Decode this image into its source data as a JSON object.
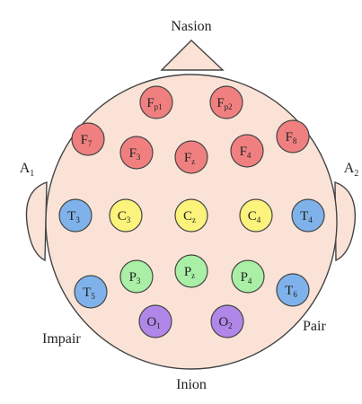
{
  "labels": {
    "top": "Nasion",
    "bottom": "Inion",
    "left_ear": {
      "base": "A",
      "sub": "1"
    },
    "right_ear": {
      "base": "A",
      "sub": "2"
    },
    "left_side": "Impair",
    "right_side": "Pair"
  },
  "colors": {
    "head_fill": "#fae3d6",
    "outline": "#444444",
    "frontal": "#f08080",
    "temporal": "#7fb2ea",
    "central": "#fbf37b",
    "parietal": "#a9efa6",
    "occipital": "#b087e8"
  },
  "electrodes": [
    {
      "id": "Fp1",
      "base": "F",
      "sub": "p1",
      "group": "frontal"
    },
    {
      "id": "Fp2",
      "base": "F",
      "sub": "p2",
      "group": "frontal"
    },
    {
      "id": "F7",
      "base": "F",
      "sub": "7",
      "group": "frontal"
    },
    {
      "id": "F3",
      "base": "F",
      "sub": "3",
      "group": "frontal"
    },
    {
      "id": "Fz",
      "base": "F",
      "sub": "z",
      "group": "frontal"
    },
    {
      "id": "F4",
      "base": "F",
      "sub": "4",
      "group": "frontal"
    },
    {
      "id": "F8",
      "base": "F",
      "sub": "8",
      "group": "frontal"
    },
    {
      "id": "T3",
      "base": "T",
      "sub": "3",
      "group": "temporal"
    },
    {
      "id": "C3",
      "base": "C",
      "sub": "3",
      "group": "central"
    },
    {
      "id": "Cz",
      "base": "C",
      "sub": "z",
      "group": "central"
    },
    {
      "id": "C4",
      "base": "C",
      "sub": "4",
      "group": "central"
    },
    {
      "id": "T4",
      "base": "T",
      "sub": "4",
      "group": "temporal"
    },
    {
      "id": "T5",
      "base": "T",
      "sub": "5",
      "group": "temporal"
    },
    {
      "id": "P3",
      "base": "P",
      "sub": "3",
      "group": "parietal"
    },
    {
      "id": "Pz",
      "base": "P",
      "sub": "z",
      "group": "parietal"
    },
    {
      "id": "P4",
      "base": "P",
      "sub": "4",
      "group": "parietal"
    },
    {
      "id": "T6",
      "base": "T",
      "sub": "6",
      "group": "temporal"
    },
    {
      "id": "O1",
      "base": "O",
      "sub": "1",
      "group": "occipital"
    },
    {
      "id": "O2",
      "base": "O",
      "sub": "2",
      "group": "occipital"
    }
  ]
}
